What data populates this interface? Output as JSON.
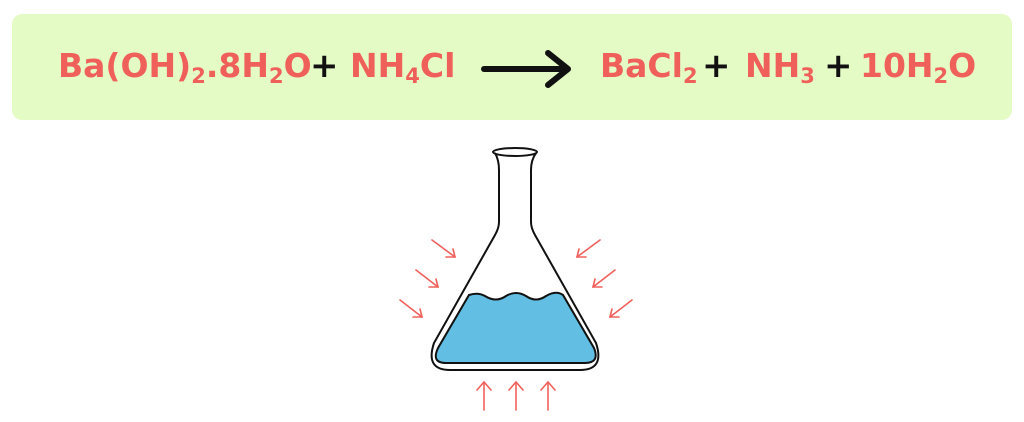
{
  "equation": {
    "reactant1": {
      "main": "Ba(OH)",
      "sub1": "2",
      "mid": ".8H",
      "sub2": "2",
      "end": "O"
    },
    "plus": "+",
    "reactant2": {
      "main": "NH",
      "sub": "4",
      "end": "Cl"
    },
    "product1": {
      "main": "BaCl",
      "sub": "2"
    },
    "product2": {
      "main": "NH",
      "sub": "3"
    },
    "product3": {
      "main": "10H",
      "sub": "2",
      "end": "O"
    }
  },
  "colors": {
    "banner": "#e5fbc6",
    "text": "#f0605a",
    "liquid": "#62bee2",
    "arrows": "#f0605a"
  }
}
